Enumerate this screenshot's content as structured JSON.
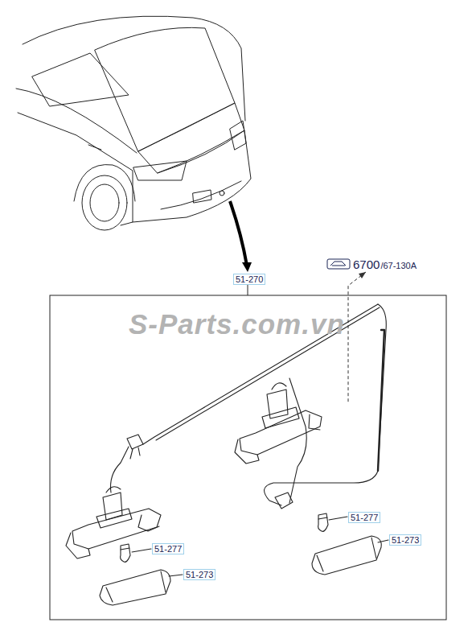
{
  "diagram": {
    "labels": [
      "51-270",
      "6700",
      "/67-130A",
      "S-Parts.com.vn",
      "51-277",
      "51-273",
      "51-277",
      "51-273"
    ]
  }
}
